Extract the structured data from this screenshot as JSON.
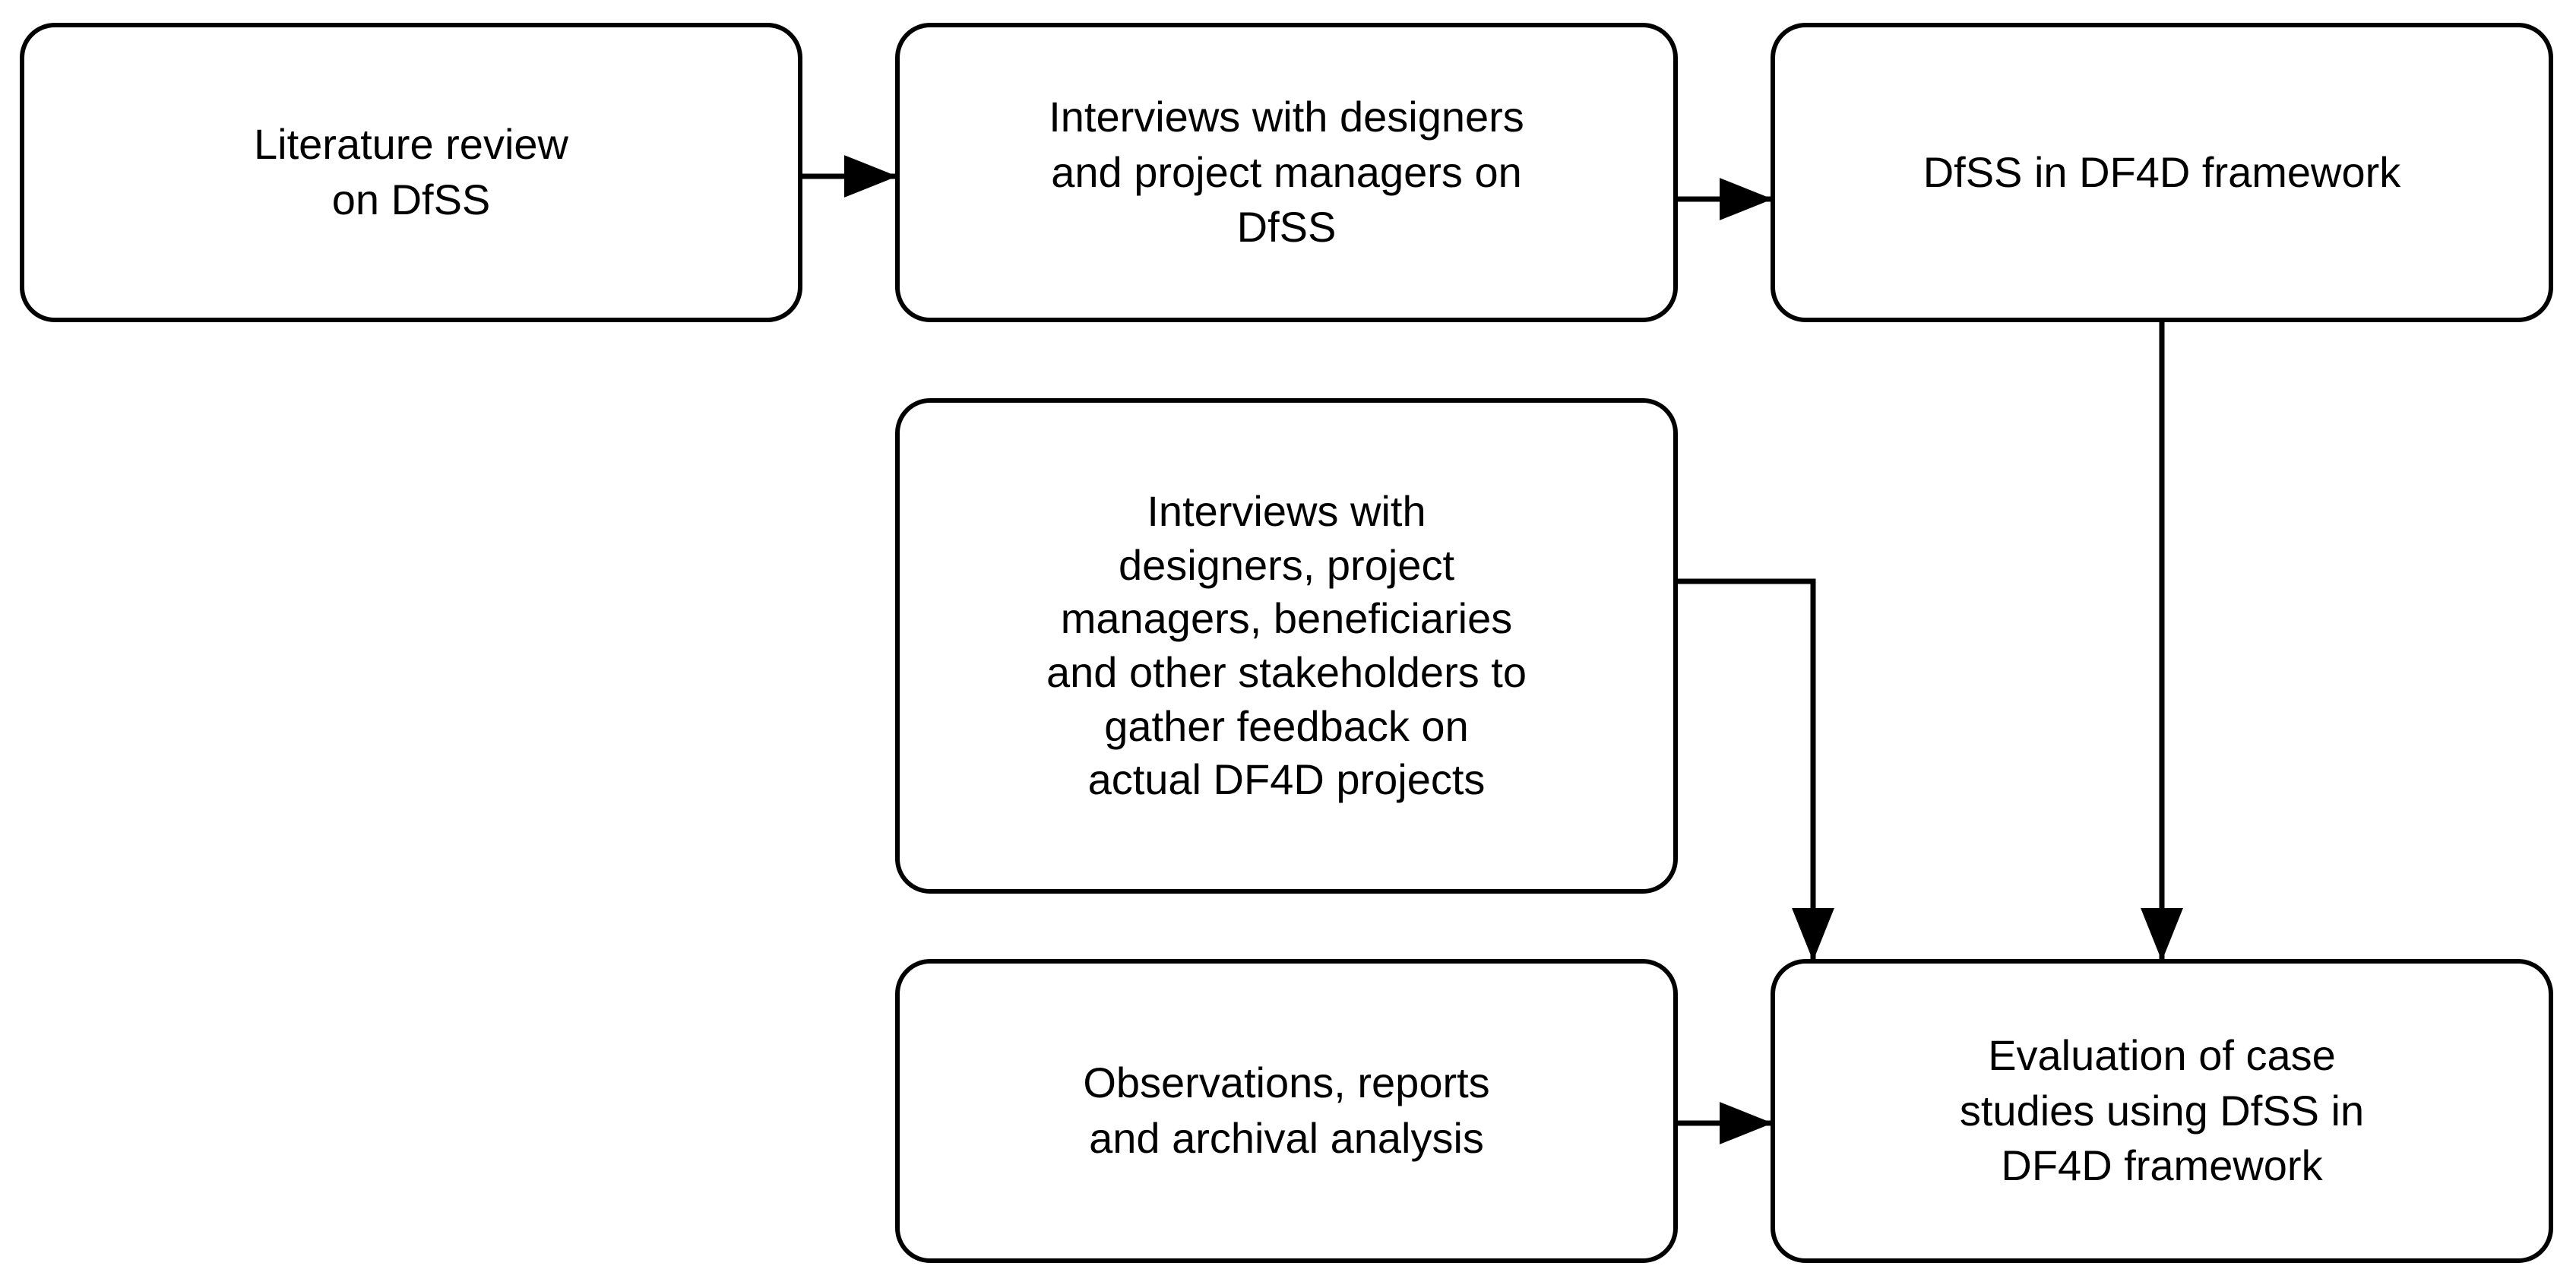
{
  "diagram": {
    "type": "flowchart",
    "background_color": "#ffffff",
    "stroke_color": "#000000",
    "text_color": "#000000",
    "nodes": [
      {
        "id": "literature-review",
        "label": "Literature review\non DfSS",
        "shape": "rounded-rectangle"
      },
      {
        "id": "interviews-designers-managers",
        "label": "Interviews with designers\nand project managers on\nDfSS",
        "shape": "rounded-rectangle"
      },
      {
        "id": "dfss-in-df4d-framework",
        "label": "DfSS in DF4D framework",
        "shape": "rounded-rectangle"
      },
      {
        "id": "interviews-stakeholders",
        "label": "Interviews with\ndesigners, project\nmanagers, beneficiaries\nand other stakeholders to\ngather feedback on\nactual DF4D projects",
        "shape": "rounded-rectangle"
      },
      {
        "id": "observations-reports",
        "label": "Observations, reports\nand archival analysis",
        "shape": "rounded-rectangle"
      },
      {
        "id": "evaluation-case-studies",
        "label": "Evaluation of case\nstudies using DfSS in\nDF4D framework",
        "shape": "rounded-rectangle"
      }
    ],
    "edges": [
      {
        "id": "edge-lit-to-interviews",
        "from": "literature-review",
        "to": "interviews-designers-managers",
        "style": "straight-horizontal",
        "arrowhead": "filled-triangle"
      },
      {
        "id": "edge-interviews-to-dfss",
        "from": "interviews-designers-managers",
        "to": "dfss-in-df4d-framework",
        "style": "straight-horizontal",
        "arrowhead": "filled-triangle"
      },
      {
        "id": "edge-dfss-to-evaluation",
        "from": "dfss-in-df4d-framework",
        "to": "evaluation-case-studies",
        "style": "straight-vertical",
        "arrowhead": "filled-triangle"
      },
      {
        "id": "edge-stakeholders-to-evaluation",
        "from": "interviews-stakeholders",
        "to": "evaluation-case-studies",
        "style": "elbow-right-down",
        "arrowhead": "filled-triangle"
      },
      {
        "id": "edge-observations-to-evaluation",
        "from": "observations-reports",
        "to": "evaluation-case-studies",
        "style": "straight-horizontal",
        "arrowhead": "filled-triangle"
      }
    ]
  }
}
